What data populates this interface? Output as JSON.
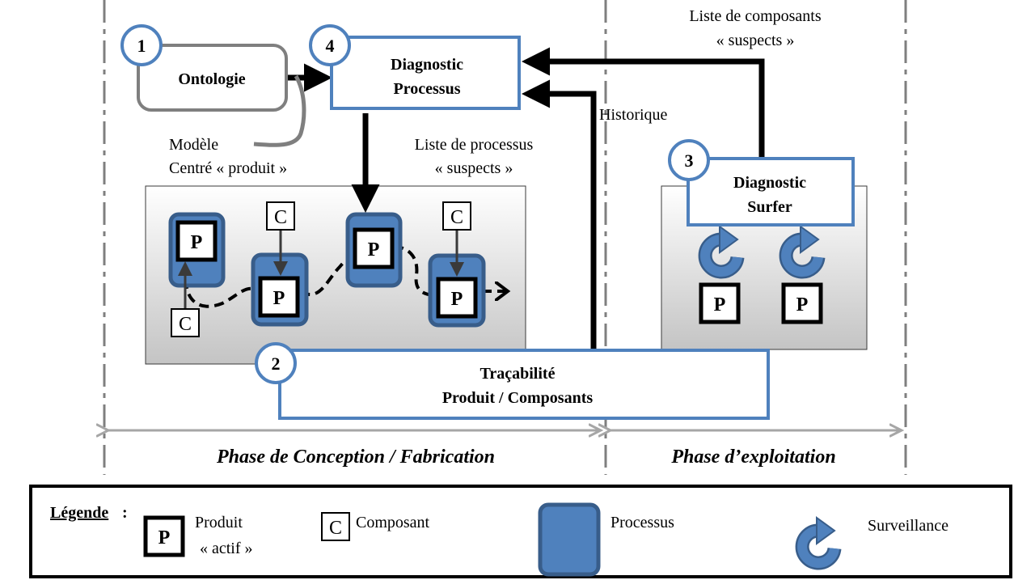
{
  "colors": {
    "process_fill": "#4f81bd",
    "process_border": "#385d8a",
    "module_border": "#4f81bd",
    "ontology_border": "#7f7f7f",
    "phase_line": "#a6a6a6",
    "phase_divider": "#7f7f7f"
  },
  "modules": {
    "ontology": {
      "number": "1",
      "label": "Ontologie"
    },
    "traceability": {
      "number": "2",
      "line1": "Traçabilité",
      "line2": "Produit / Composants"
    },
    "surfer": {
      "number": "3",
      "line1": "Diagnostic",
      "line2": "Surfer"
    },
    "process_diag": {
      "number": "4",
      "line1": "Diagnostic",
      "line2": "Processus"
    }
  },
  "labels": {
    "model_line1": "Modèle",
    "model_line2": "Centré « produit »",
    "process_list_line1": "Liste de processus",
    "process_list_line2": "« suspects »",
    "component_list_line1": "Liste de composants",
    "component_list_line2": "« suspects »",
    "history": "Historique"
  },
  "symbols": {
    "product": "P",
    "component": "C"
  },
  "phases": {
    "design": "Phase de Conception / Fabrication",
    "operation": "Phase d’exploitation"
  },
  "legend": {
    "title": "Légende",
    "colon": ":",
    "product_line1": "Produit",
    "product_line2": "« actif »",
    "component": "Composant",
    "process": "Processus",
    "monitoring": "Surveillance"
  }
}
